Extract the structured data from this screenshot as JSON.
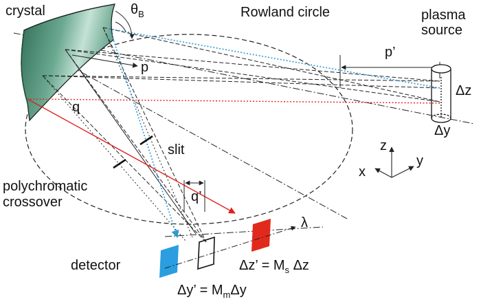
{
  "diagram": {
    "labels": {
      "crystal": "crystal",
      "theta": "θ",
      "theta_sub": "B",
      "rowland_circle": "Rowland circle",
      "plasma": "plasma",
      "source": "source",
      "p_prime": "p’",
      "p": "p",
      "delta_z": "Δz",
      "delta_y": "Δy",
      "q": "q",
      "slit": "slit",
      "polychromatic": "polychromatic",
      "crossover": "crossover",
      "q_prime": "q’",
      "lambda": "λ",
      "axis_z": "z",
      "axis_y": "y",
      "axis_x": "x",
      "detector": "detector",
      "eq_z_left": "Δz’ = M",
      "eq_z_sub": "s",
      "eq_z_right": " Δz",
      "eq_y_left": "Δy’ = M",
      "eq_y_sub": "m",
      "eq_y_right": "Δy"
    },
    "colors": {
      "crystal_fill": "#5e9e86",
      "crystal_highlight": "#b9dccd",
      "ray_red": "#e0201c",
      "ray_blue": "#2c9ad8",
      "detector_red": "#e22a1c",
      "detector_blue": "#2a9ee0",
      "line": "#222222"
    }
  }
}
